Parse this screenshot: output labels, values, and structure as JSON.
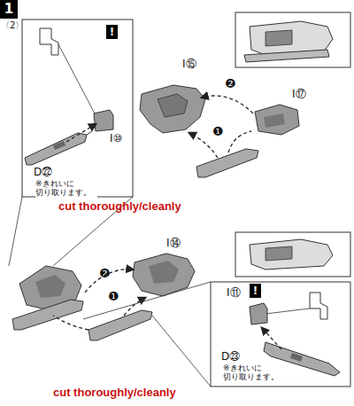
{
  "diagram": {
    "labels": [
      "1",
      "〈2〉",
      "!",
      "I⑩",
      "D㉒",
      "※きれいに 切り取ります。",
      "cut thoroughly/cleanly",
      "I⑮",
      "I⑰",
      "❷",
      "❶",
      "I⑭",
      "❷",
      "❶",
      "I⑪",
      "!",
      "D㉓",
      "※きれいに 切り取ります。",
      "cut thoroughly/cleanly"
    ]
  }
}
